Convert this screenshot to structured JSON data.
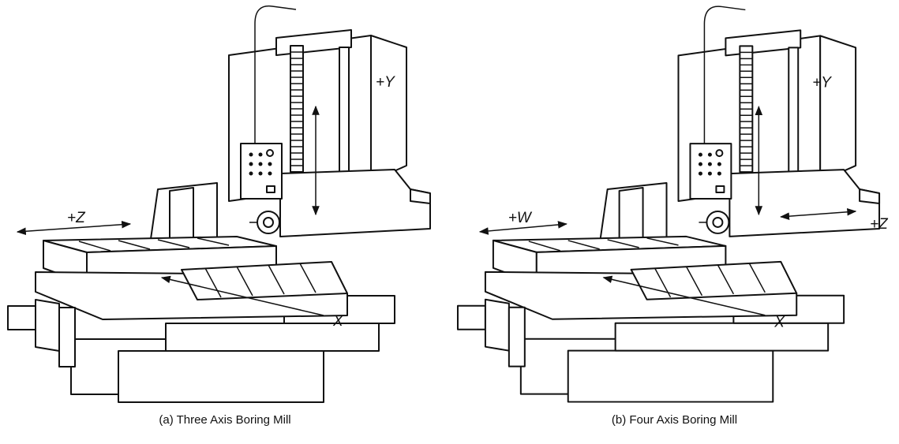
{
  "panels": [
    {
      "id": "a",
      "caption": "(a) Three Axis Boring Mill",
      "axes": {
        "y": "+Y",
        "table": "+Z",
        "x": "X"
      }
    },
    {
      "id": "b",
      "caption": "(b) Four Axis Boring Mill",
      "axes": {
        "y": "+Y",
        "table": "+W",
        "x": "X",
        "spindle": "+Z"
      }
    }
  ]
}
